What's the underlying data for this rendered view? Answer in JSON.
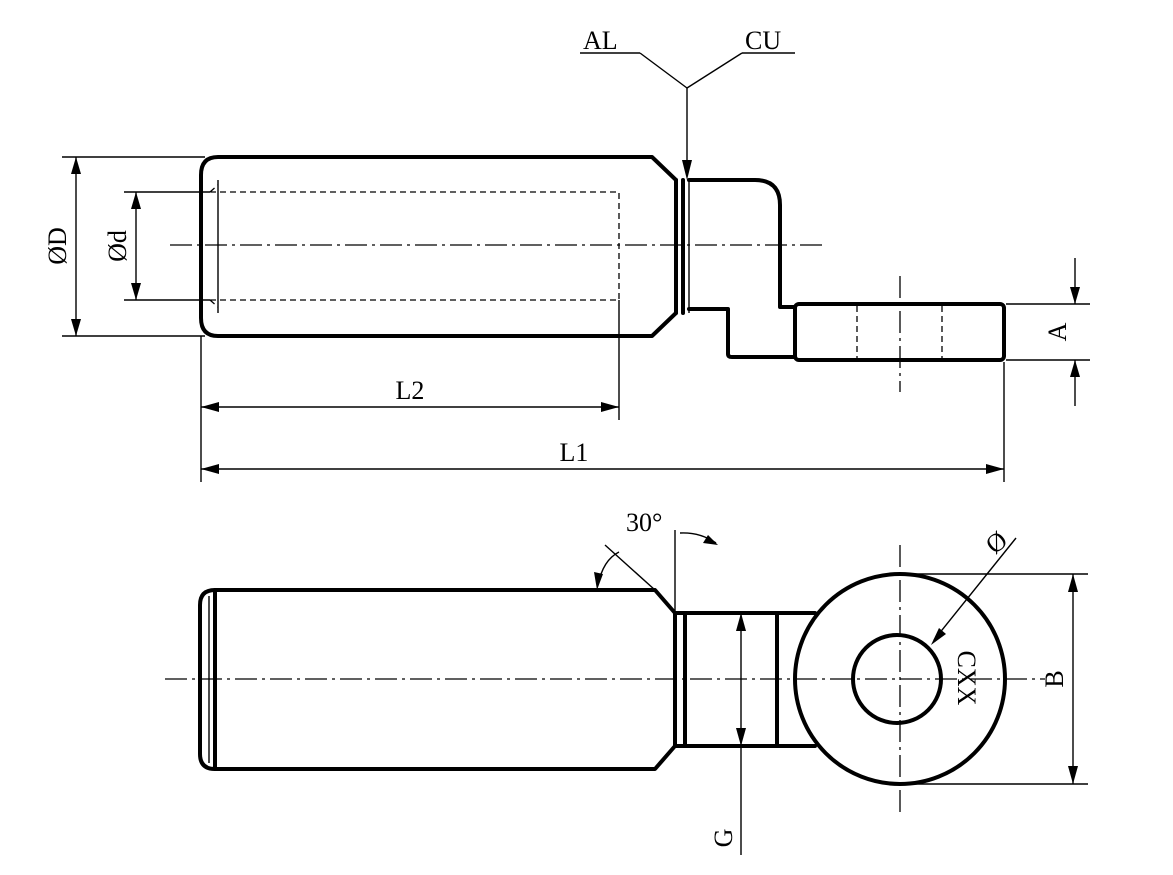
{
  "labels": {
    "al": "AL",
    "cu": "CU",
    "outer_diameter": "ØD",
    "inner_diameter": "Ød",
    "l2": "L2",
    "l1": "L1",
    "a": "A",
    "angle": "30°",
    "hole_diameter": "Ø",
    "hole_code": "CXX",
    "b": "B",
    "g": "G"
  }
}
